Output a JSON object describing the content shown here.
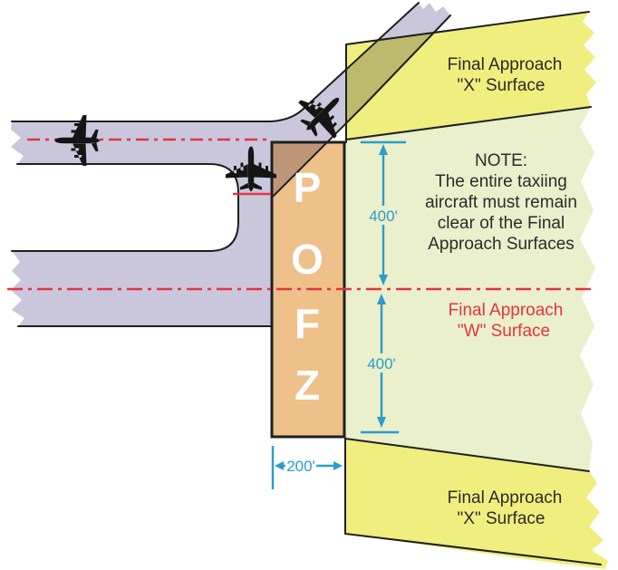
{
  "colors": {
    "taxiway_lavender": "#cac7dc",
    "pofz_orange": "#eec08a",
    "surface_x_yellow": "#f0ee7e",
    "surface_w_green": "#eaefcc",
    "centerline_red": "#e23440",
    "dimension_blue": "#2a9dca",
    "outline_black": "#1f1f1f",
    "aircraft_black": "#151515",
    "pofz_letter_white": "#ffffff",
    "background": "#ffffff"
  },
  "pofz": {
    "letter1": "P",
    "letter2": "O",
    "letter3": "F",
    "letter4": "Z"
  },
  "surfaces": {
    "x_top": {
      "line1": "Final Approach",
      "line2": "\"X\" Surface"
    },
    "w": {
      "line1": "Final Approach",
      "line2": "\"W\" Surface"
    },
    "x_bottom": {
      "line1": "Final Approach",
      "line2": "\"X\" Surface"
    }
  },
  "note": {
    "title": "NOTE:",
    "line1": "The entire taxiing",
    "line2": "aircraft must remain",
    "line3": "clear of the Final",
    "line4": "Approach Surfaces"
  },
  "dimensions": {
    "upper_half_width": "400'",
    "lower_half_width": "400'",
    "pofz_width": "200'"
  }
}
